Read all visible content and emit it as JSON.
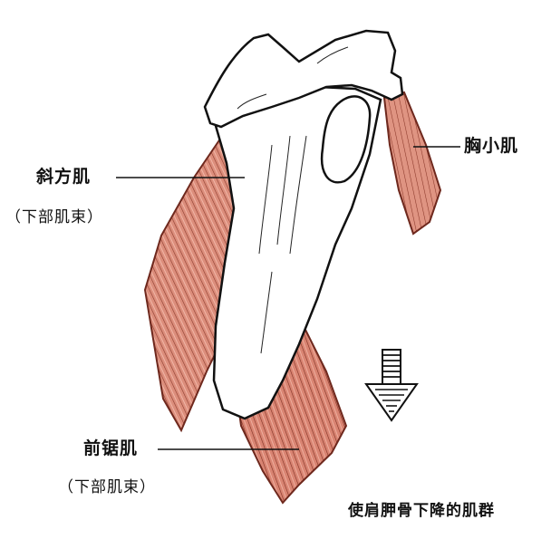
{
  "labels": {
    "trapezius": "斜方肌",
    "trapezius_sub": "（下部肌束）",
    "pectoralis_minor": "胸小肌",
    "serratus_anterior": "前锯肌",
    "serratus_sub": "（下部肌束）",
    "caption": "使肩胛骨下降的肌群"
  },
  "colors": {
    "muscle": "#d98a78",
    "muscle_light": "#eaa99a",
    "muscle_stroke": "#7a2e22",
    "bone": "#ffffff",
    "ink": "#111111"
  },
  "icons": {
    "direction_arrow": "striped-down-arrow-icon"
  }
}
